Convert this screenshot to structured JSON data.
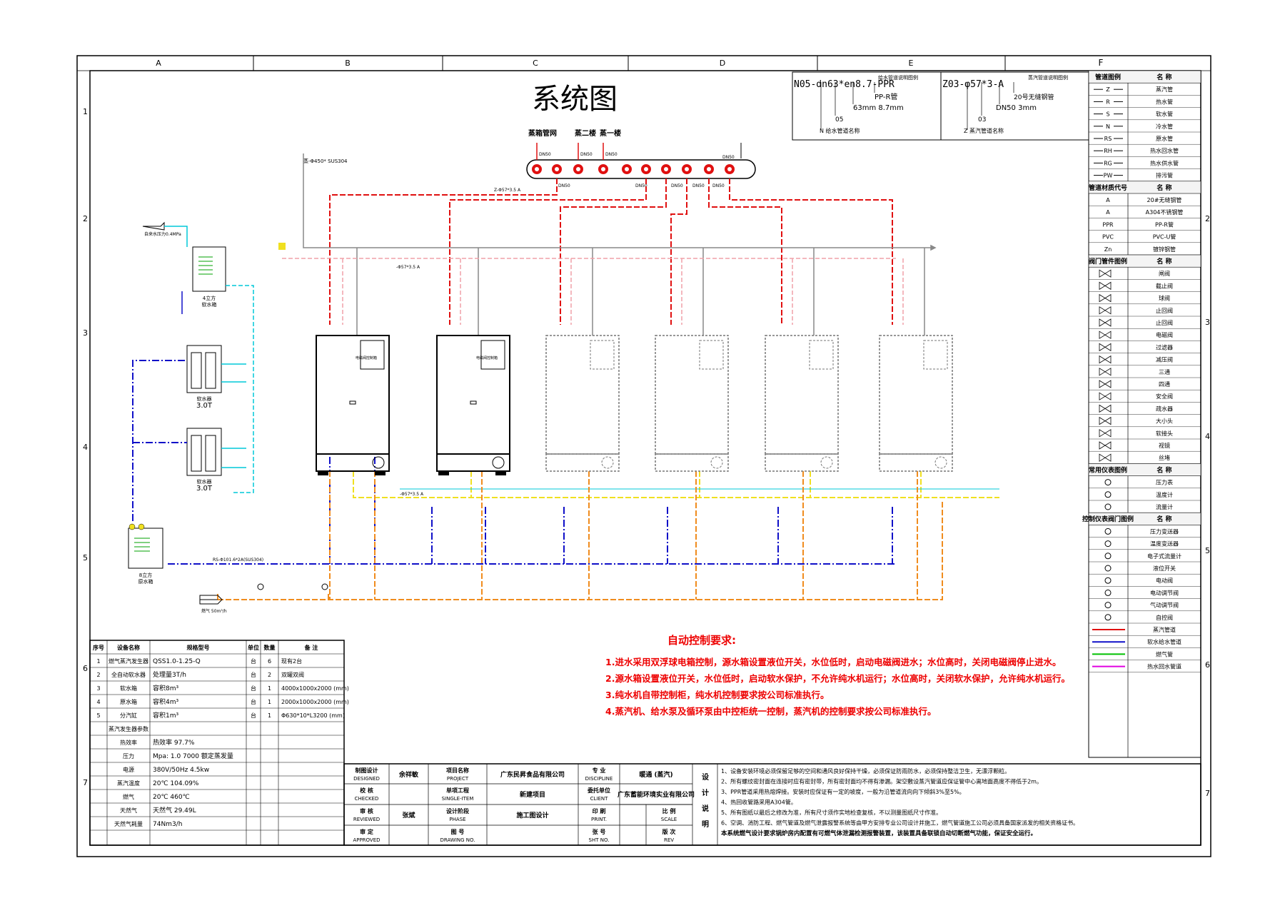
{
  "colors": {
    "steam": "#e01010",
    "condensate": "#f0a0a8",
    "soft_water": "#00c8d8",
    "raw_water": "#1010c8",
    "feed_water": "#f0e020",
    "drain": "#f08c1e",
    "gas": "#00c000",
    "return": "#e000e0"
  },
  "grid": {
    "cols": [
      "A",
      "B",
      "C",
      "D",
      "E",
      "F"
    ],
    "rows": [
      "1",
      "2",
      "3",
      "4",
      "5",
      "6",
      "7"
    ]
  },
  "title": "系统图",
  "header_specs": {
    "left": {
      "code": "N05-dn63*en8.7-PPR",
      "side": "给水管道说明图例",
      "material": "PP-R管",
      "size": "63mm 8.7mm",
      "num": "05",
      "name": "N 给水管道名称"
    },
    "right": {
      "code": "Z03-φ57*3-A",
      "side": "蒸汽管道说明图例",
      "material": "20号无缝钢管",
      "size": "DN50 3mm",
      "num": "03",
      "name": "Z 蒸汽管道名称"
    }
  },
  "header_labels": {
    "header_pipe": "蒸-Φ450* SUS304",
    "top_labels": [
      "蒸箱管网",
      "蒸二楼",
      "蒸一楼"
    ]
  },
  "dn_labels": [
    "DN50",
    "DN50",
    "DN50",
    "DN50",
    "DN50",
    "DN50",
    "DN50",
    "DN50",
    "DN50"
  ],
  "equipment": {
    "soft_tank": "4立方\n软水箱",
    "softener1": "软水器\n3.0T",
    "softener2": "软水器\n3.0T",
    "raw_tank": "8立方\n原水箱",
    "boiler_panel": "电磁阀控制箱"
  },
  "pipe_labels": {
    "steam_main": "Z-Φ57*3.5 A",
    "condensate": "-Φ57*3.5 A",
    "feed": "-Φ57*3.5 A",
    "raw_line": "RS-Φ101.6*2A(SUS304)",
    "tap_in": "自来水压力0.4MPa",
    "gas_in": "燃气 50m³/h"
  },
  "legend_f": {
    "header_pipe": [
      "管道图例",
      "名 称"
    ],
    "pipes": [
      {
        "code": "Z",
        "name": "蒸汽管"
      },
      {
        "code": "R",
        "name": "热水管"
      },
      {
        "code": "S",
        "name": "软水管"
      },
      {
        "code": "N",
        "name": "冷水管"
      },
      {
        "code": "RS",
        "name": "原水管"
      },
      {
        "code": "RH",
        "name": "热水回水管"
      },
      {
        "code": "RG",
        "name": "热水供水管"
      },
      {
        "code": "PW",
        "name": "排污管"
      }
    ],
    "header_mat": [
      "管道材质代号",
      "名 称"
    ],
    "materials": [
      {
        "code": "A",
        "name": "20#无缝钢管"
      },
      {
        "code": "A",
        "name": "A304不锈钢管"
      },
      {
        "code": "PPR",
        "name": "PP-R管"
      },
      {
        "code": "PVC",
        "name": "PVC-U管"
      },
      {
        "code": "Zn",
        "name": "镀锌钢管"
      }
    ],
    "header_valve": [
      "阀门管件图例",
      "名 称"
    ],
    "valves": [
      "闸阀",
      "截止阀",
      "球阀",
      "止回阀",
      "止回阀",
      "电磁阀",
      "过滤器",
      "减压阀",
      "三通",
      "四通",
      "安全阀",
      "疏水器",
      "大小头",
      "软接头",
      "视镜",
      "丝堵"
    ],
    "header_inst": [
      "常用仪表图例",
      "名 称"
    ],
    "instruments": [
      "压力表",
      "温度计",
      "流量计"
    ],
    "header_ctrl": [
      "控制仪表阀门图例",
      "名 称"
    ],
    "controls": [
      "压力变送器",
      "温度变送器",
      "电子式流量计",
      "液位开关",
      "电动阀",
      "电动调节阀",
      "气动调节阀",
      "自控阀"
    ],
    "line_types": [
      "蒸汽管道",
      "软水给水管道",
      "燃气管",
      "热水回水管道"
    ]
  },
  "auto_control": {
    "title": "自动控制要求:",
    "items": [
      "1.进水采用双浮球电箱控制，源水箱设置液位开关，水位低时，启动电磁阀进水；水位高时，关闭电磁阀停止进水。",
      "2.源水箱设置液位开关，水位低时，启动软水保护，不允许纯水机运行；水位高时，关闭软水保护，允许纯水机运行。",
      "3.纯水机自带控制柜，纯水机控制要求按公司标准执行。",
      "4.蒸汽机、给水泵及循环泵由中控柜统一控制，蒸汽机的控制要求按公司标准执行。"
    ]
  },
  "equip_table": {
    "header": [
      "序号",
      "设备名称",
      "规格型号",
      "单位",
      "数量",
      "备 注"
    ],
    "rows": [
      [
        "1",
        "燃气蒸汽发生器",
        "QSS1.0-1.25-Q",
        "台",
        "6",
        "现有2台"
      ],
      [
        "2",
        "全自动软水器",
        "处理量3T/h",
        "台",
        "2",
        "双罐双阀"
      ],
      [
        "3",
        "软水箱",
        "容积8m³",
        "台",
        "1",
        "4000x1000x2000 (mm)"
      ],
      [
        "4",
        "原水箱",
        "容积4m³",
        "台",
        "1",
        "2000x1000x2000 (mm)"
      ],
      [
        "5",
        "分汽缸",
        "容积1m³",
        "台",
        "1",
        "Φ630*10*L3200 (mm)"
      ]
    ],
    "params_title": "蒸汽发生器参数",
    "params": [
      [
        "热效率",
        "热效率 97.7%"
      ],
      [
        "压力",
        "Mpa: 1.0 7000 额定蒸发量"
      ],
      [
        "电源",
        "380V/50Hz  4.5kw"
      ],
      [
        "蒸汽温度",
        "20℃ 104.09%"
      ],
      [
        "燃气",
        "20℃ 460℃"
      ],
      [
        "天然气",
        "天然气 29.49L"
      ],
      [
        "天然气耗量",
        "74Nm3/h"
      ]
    ]
  },
  "title_block": {
    "designed": [
      "制图设计",
      "DESIGNED",
      "余祥敏"
    ],
    "checked": [
      "校 核",
      "CHECKED",
      ""
    ],
    "reviewed": [
      "审 核",
      "REVIEWED",
      "张斌"
    ],
    "approved": [
      "审 定",
      "APPROVED",
      ""
    ],
    "project": [
      "项目名称",
      "PROJECT",
      "广东民昇食品有限公司"
    ],
    "single": [
      "单项工程",
      "SINGLE-ITEM",
      "新建项目"
    ],
    "phase": [
      "设计阶段",
      "PHASE",
      "施工图设计"
    ],
    "drawing_no": [
      "图 号",
      "DRAWING NO.",
      ""
    ],
    "discipline": [
      "专 业",
      "DISCIPLINE",
      "暖通 (蒸汽)"
    ],
    "client": [
      "委托单位",
      "CLIENT",
      "广东蓄能环境实业有限公司"
    ],
    "print": [
      "印 刷",
      "PRINT.",
      ""
    ],
    "sht": [
      "张 号",
      "SHT NO.",
      ""
    ],
    "scale": [
      "比 例",
      "SCALE",
      ""
    ],
    "rev": [
      "版 次",
      "REV",
      ""
    ],
    "notes_label": "设计说明",
    "notes": [
      "1、设备安装环境必须保留足够的空间和通风良好保持干燥，必须保证防雨防水，必须保持整洁卫生，无漂浮颗粒。",
      "2、所有螺纹密封面在连接时应有密封带，所有密封面均不得有渗漏。架空敷设蒸汽管道应保证管中心离地面高度不得低于2m。",
      "3、PPR管道采用热熔焊接。安装时应保证有一定的坡度，一般为沿管道流向向下倾斜3%至5%。",
      "4、热回收管路采用A304管。",
      "5、所有图纸以最后之修改为准，所有尺寸须作实地检查复核，不以测量图纸尺寸作准。",
      "6、空调、消防工程、燃气管道及燃气泄露报警系统等由甲方安排专业公司设计并施工，燃气管道施工公司必须具备国家派发的相关资格证书。",
      "本系统燃气设计要求锅炉房内配置有可燃气体泄漏检测报警装置，该装置具备联锁自动切断燃气功能，保证安全运行。"
    ]
  }
}
